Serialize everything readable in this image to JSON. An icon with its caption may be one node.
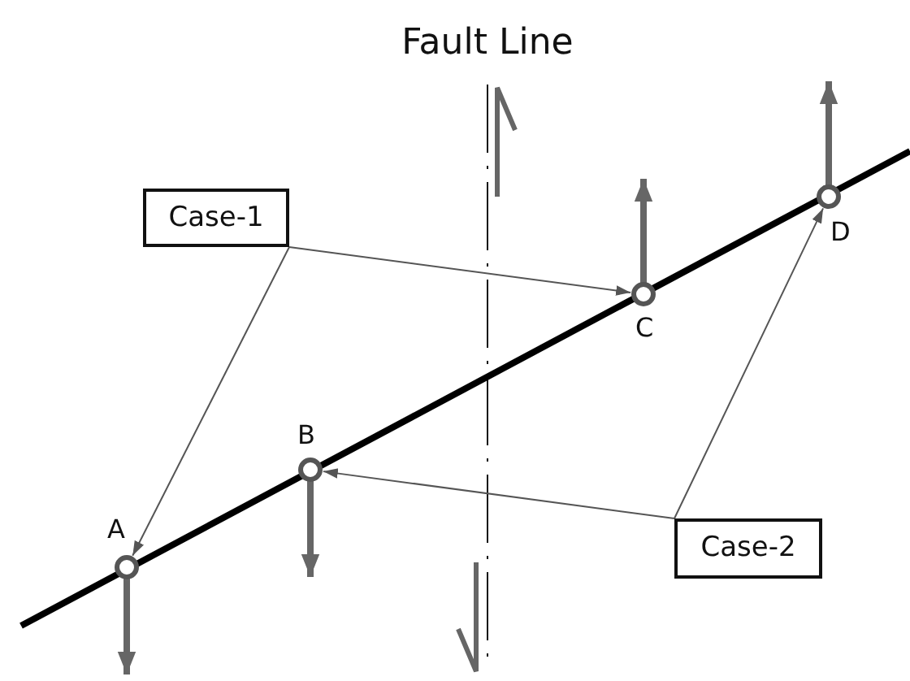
{
  "diagram": {
    "title": "Fault Line",
    "nodes": [
      {
        "text": [
          "Case-1"
        ]
      },
      {
        "text": [
          "Case-2"
        ]
      },
      {
        "text": [
          "A"
        ]
      },
      {
        "text": [
          "B"
        ]
      },
      {
        "text": [
          "C"
        ]
      },
      {
        "text": [
          "D"
        ]
      }
    ],
    "edges": [
      {
        "from": 0,
        "to": 2,
        "arrow": "to"
      },
      {
        "from": 0,
        "to": 4,
        "arrow": "to"
      },
      {
        "from": 1,
        "to": 3,
        "arrow": "to"
      },
      {
        "from": 1,
        "to": 5,
        "arrow": "to"
      }
    ]
  }
}
